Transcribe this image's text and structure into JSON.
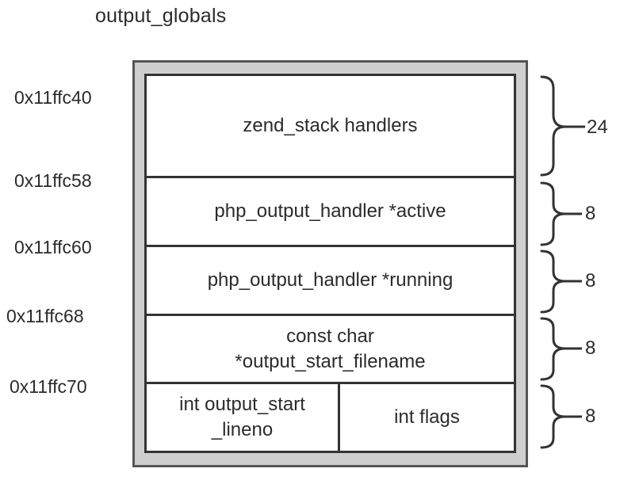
{
  "title": "output_globals",
  "addresses": [
    "0x11ffc40",
    "0x11ffc58",
    "0x11ffc60",
    "0x11ffc68",
    "0x11ffc70"
  ],
  "fields": [
    {
      "text": "zend_stack handlers"
    },
    {
      "text": "php_output_handler *active"
    },
    {
      "text": "php_output_handler *running"
    },
    {
      "line1": "const char",
      "line2": "*output_start_filename"
    },
    {
      "left_line1": "int output_start",
      "left_line2": "_lineno",
      "right": "int flags"
    }
  ],
  "sizes": [
    "24",
    "8",
    "8",
    "8",
    "8"
  ]
}
